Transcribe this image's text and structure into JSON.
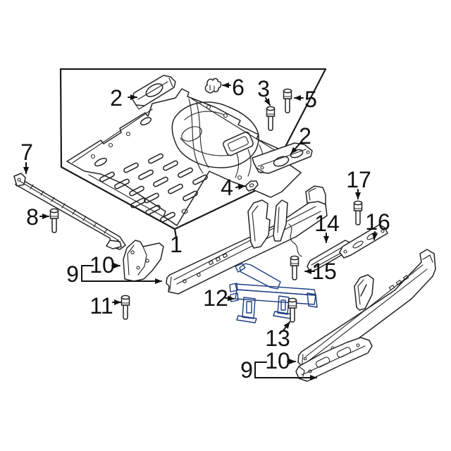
{
  "diagram": {
    "type": "exploded-parts-diagram",
    "background": "#ffffff"
  },
  "colors": {
    "background": "#ffffff",
    "line": "#232323",
    "label": "#111111",
    "highlight_mid": "#3f65b0",
    "highlight_dark": "#27458c",
    "highlight_light": "#8aa6da"
  },
  "callouts": {
    "c1": {
      "label": "1"
    },
    "c2_top": {
      "label": "2"
    },
    "c2_right": {
      "label": "2"
    },
    "c3": {
      "label": "3"
    },
    "c4": {
      "label": "4"
    },
    "c5": {
      "label": "5"
    },
    "c6": {
      "label": "6"
    },
    "c7": {
      "label": "7"
    },
    "c8": {
      "label": "8"
    },
    "c9_left": {
      "label": "9"
    },
    "c9_bottom": {
      "label": "9"
    },
    "c10_left": {
      "label": "10"
    },
    "c10_bottom": {
      "label": "10"
    },
    "c11": {
      "label": "11"
    },
    "c12": {
      "label": "12"
    },
    "c13": {
      "label": "13"
    },
    "c14": {
      "label": "14"
    },
    "c15": {
      "label": "15"
    },
    "c16": {
      "label": "16"
    },
    "c17": {
      "label": "17"
    }
  }
}
